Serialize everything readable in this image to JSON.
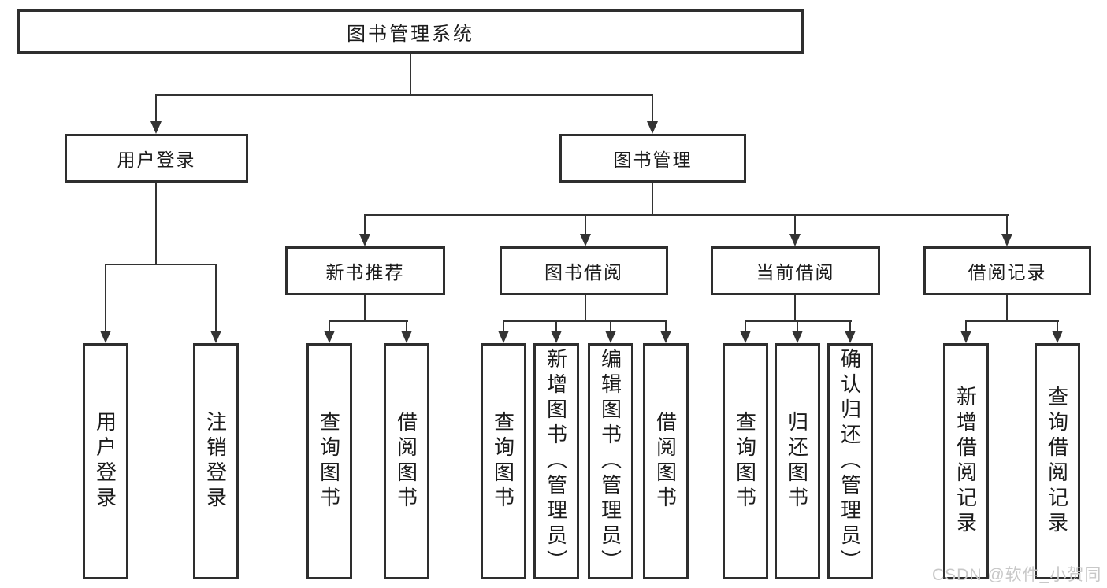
{
  "diagram": {
    "watermark": "CSDN @软件_小贺同学",
    "colors": {
      "line": "#333333",
      "box_border": "#2e2e2e",
      "box_bg": "#ffffff",
      "text": "#1c1c1c",
      "watermark": "#c8c8c8"
    },
    "tree": {
      "label": "图书管理系统",
      "children": [
        {
          "label": "用户登录",
          "children": [
            {
              "label": "用户登录"
            },
            {
              "label": "注销登录"
            }
          ]
        },
        {
          "label": "图书管理",
          "children": [
            {
              "label": "新书推荐",
              "children": [
                {
                  "label": "查询图书"
                },
                {
                  "label": "借阅图书"
                }
              ]
            },
            {
              "label": "图书借阅",
              "children": [
                {
                  "label": "查询图书"
                },
                {
                  "label": "新增图书（管理员）"
                },
                {
                  "label": "编辑图书（管理员）"
                },
                {
                  "label": "借阅图书"
                }
              ]
            },
            {
              "label": "当前借阅",
              "children": [
                {
                  "label": "查询图书"
                },
                {
                  "label": "归还图书"
                },
                {
                  "label": "确认归还（管理员）"
                }
              ]
            },
            {
              "label": "借阅记录",
              "children": [
                {
                  "label": "新增借阅记录"
                },
                {
                  "label": "查询借阅记录"
                }
              ]
            }
          ]
        }
      ]
    }
  }
}
